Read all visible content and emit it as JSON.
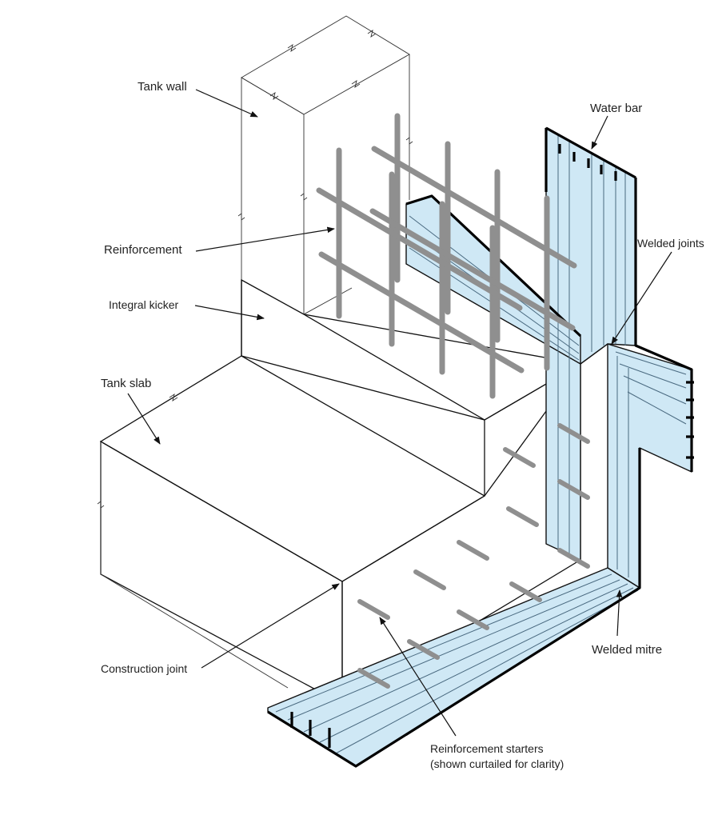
{
  "diagram": {
    "labels": {
      "tank_wall": "Tank wall",
      "water_bar": "Water bar",
      "reinforcement": "Reinforcement",
      "welded_joints": "Welded joints",
      "integral_kicker": "Integral kicker",
      "tank_slab": "Tank slab",
      "construction_joint": "Construction joint",
      "welded_mitre": "Welded mitre",
      "reinforcement_starters_line1": "Reinforcement starters",
      "reinforcement_starters_line2": "(shown curtailed for clarity)"
    },
    "colors": {
      "water_bar_fill": "#cfe8f5",
      "water_bar_rib": "#4a6a80",
      "rebar": "#8f8f8f",
      "outline": "#111111"
    }
  }
}
